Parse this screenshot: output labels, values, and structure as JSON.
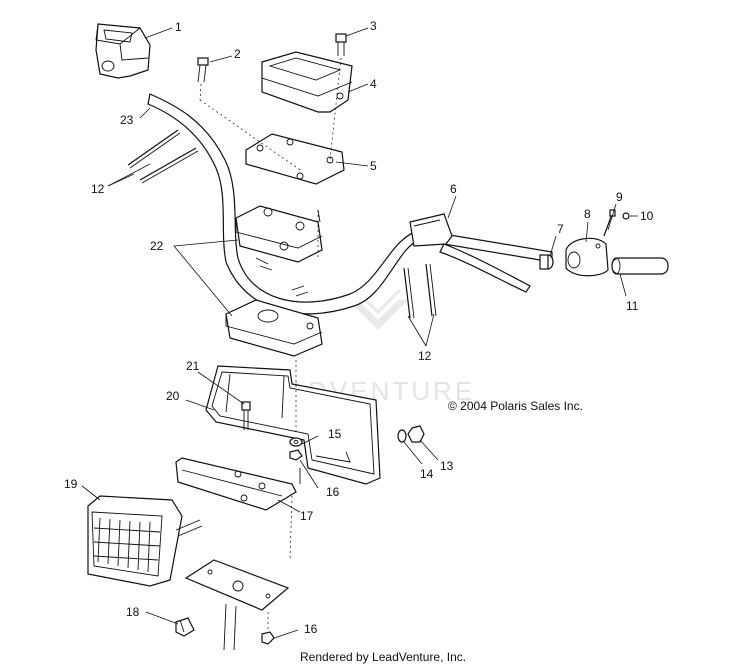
{
  "diagram": {
    "copyright": "© 2004 Polaris Sales Inc.",
    "footer": "Rendered by LeadVenture, Inc.",
    "watermark_text": "LEADVENTURE",
    "callouts": [
      "1",
      "2",
      "3",
      "4",
      "5",
      "6",
      "7",
      "8",
      "9",
      "10",
      "11",
      "12",
      "12",
      "13",
      "14",
      "15",
      "16",
      "16",
      "17",
      "18",
      "19",
      "20",
      "21",
      "22",
      "23"
    ]
  }
}
